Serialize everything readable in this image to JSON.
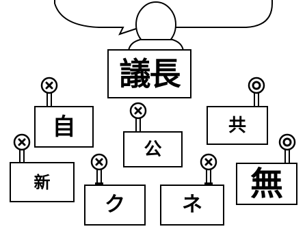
{
  "chair": {
    "label": "議長"
  },
  "members": [
    {
      "label": "自",
      "vote": "oppose"
    },
    {
      "label": "公",
      "vote": "oppose"
    },
    {
      "label": "共",
      "vote": "approve"
    },
    {
      "label": "新",
      "vote": "oppose"
    },
    {
      "label": "ク",
      "vote": "oppose"
    },
    {
      "label": "ネ",
      "vote": "oppose"
    },
    {
      "label": "無",
      "vote": "approve"
    }
  ],
  "speech_bubble": {
    "text": ""
  },
  "icons": {
    "oppose": "cross-marker-icon",
    "approve": "circle-marker-icon"
  },
  "colors": {
    "ink": "#000000",
    "paper": "#ffffff"
  }
}
